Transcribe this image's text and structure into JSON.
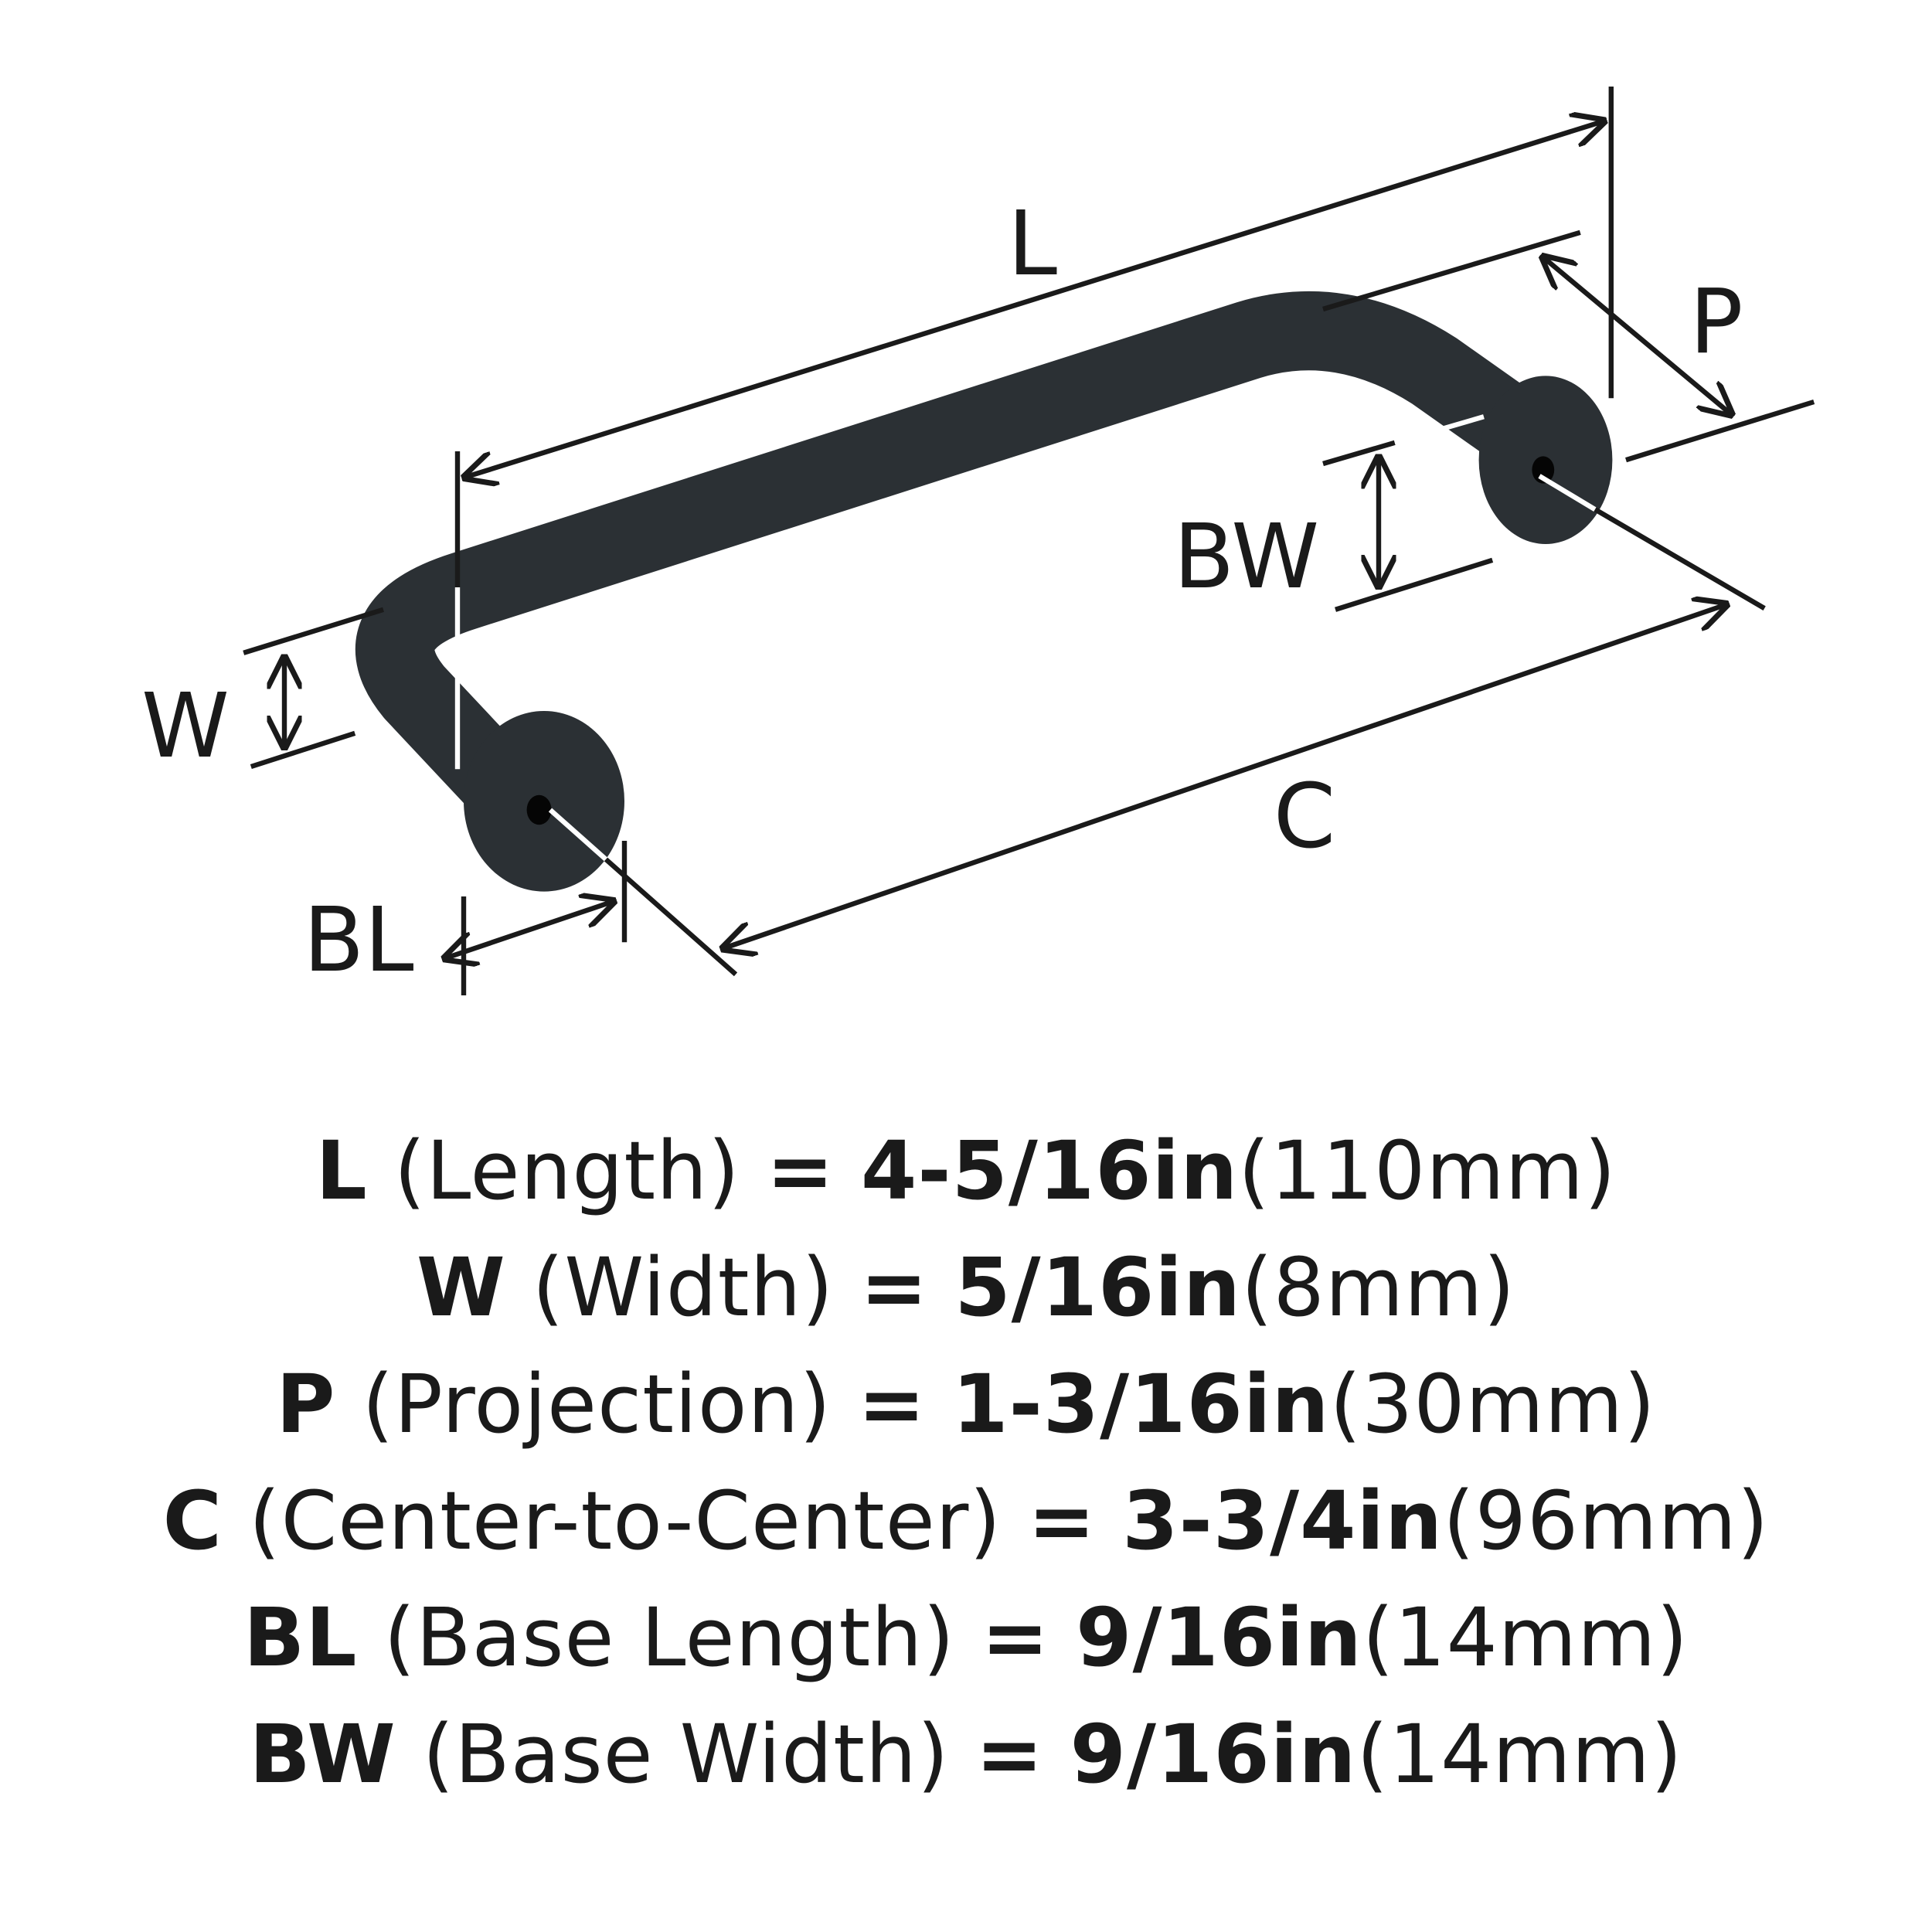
{
  "labels": {
    "L": "L",
    "P": "P",
    "BW": "BW",
    "W": "W",
    "BL": "BL",
    "C": "C"
  },
  "colors": {
    "handle": "#2b3034",
    "line": "#1a1a1a"
  },
  "specs": [
    {
      "code": "L",
      "name": "(Length)",
      "eq": "=",
      "imperial": "4-5/16in",
      "metric": "(110mm)"
    },
    {
      "code": "W",
      "name": "(Width)",
      "eq": "=",
      "imperial": "5/16in",
      "metric": "(8mm)"
    },
    {
      "code": "P",
      "name": "(Projection)",
      "eq": "=",
      "imperial": "1-3/16in",
      "metric": "(30mm)"
    },
    {
      "code": "C",
      "name": "(Center-to-Center)",
      "eq": "=",
      "imperial": "3-3/4in",
      "metric": "(96mm)"
    },
    {
      "code": "BL",
      "name": "(Base Length)",
      "eq": "=",
      "imperial": "9/16in",
      "metric": "(14mm)"
    },
    {
      "code": "BW",
      "name": "(Base Width)",
      "eq": "=",
      "imperial": "9/16in",
      "metric": "(14mm)"
    }
  ]
}
